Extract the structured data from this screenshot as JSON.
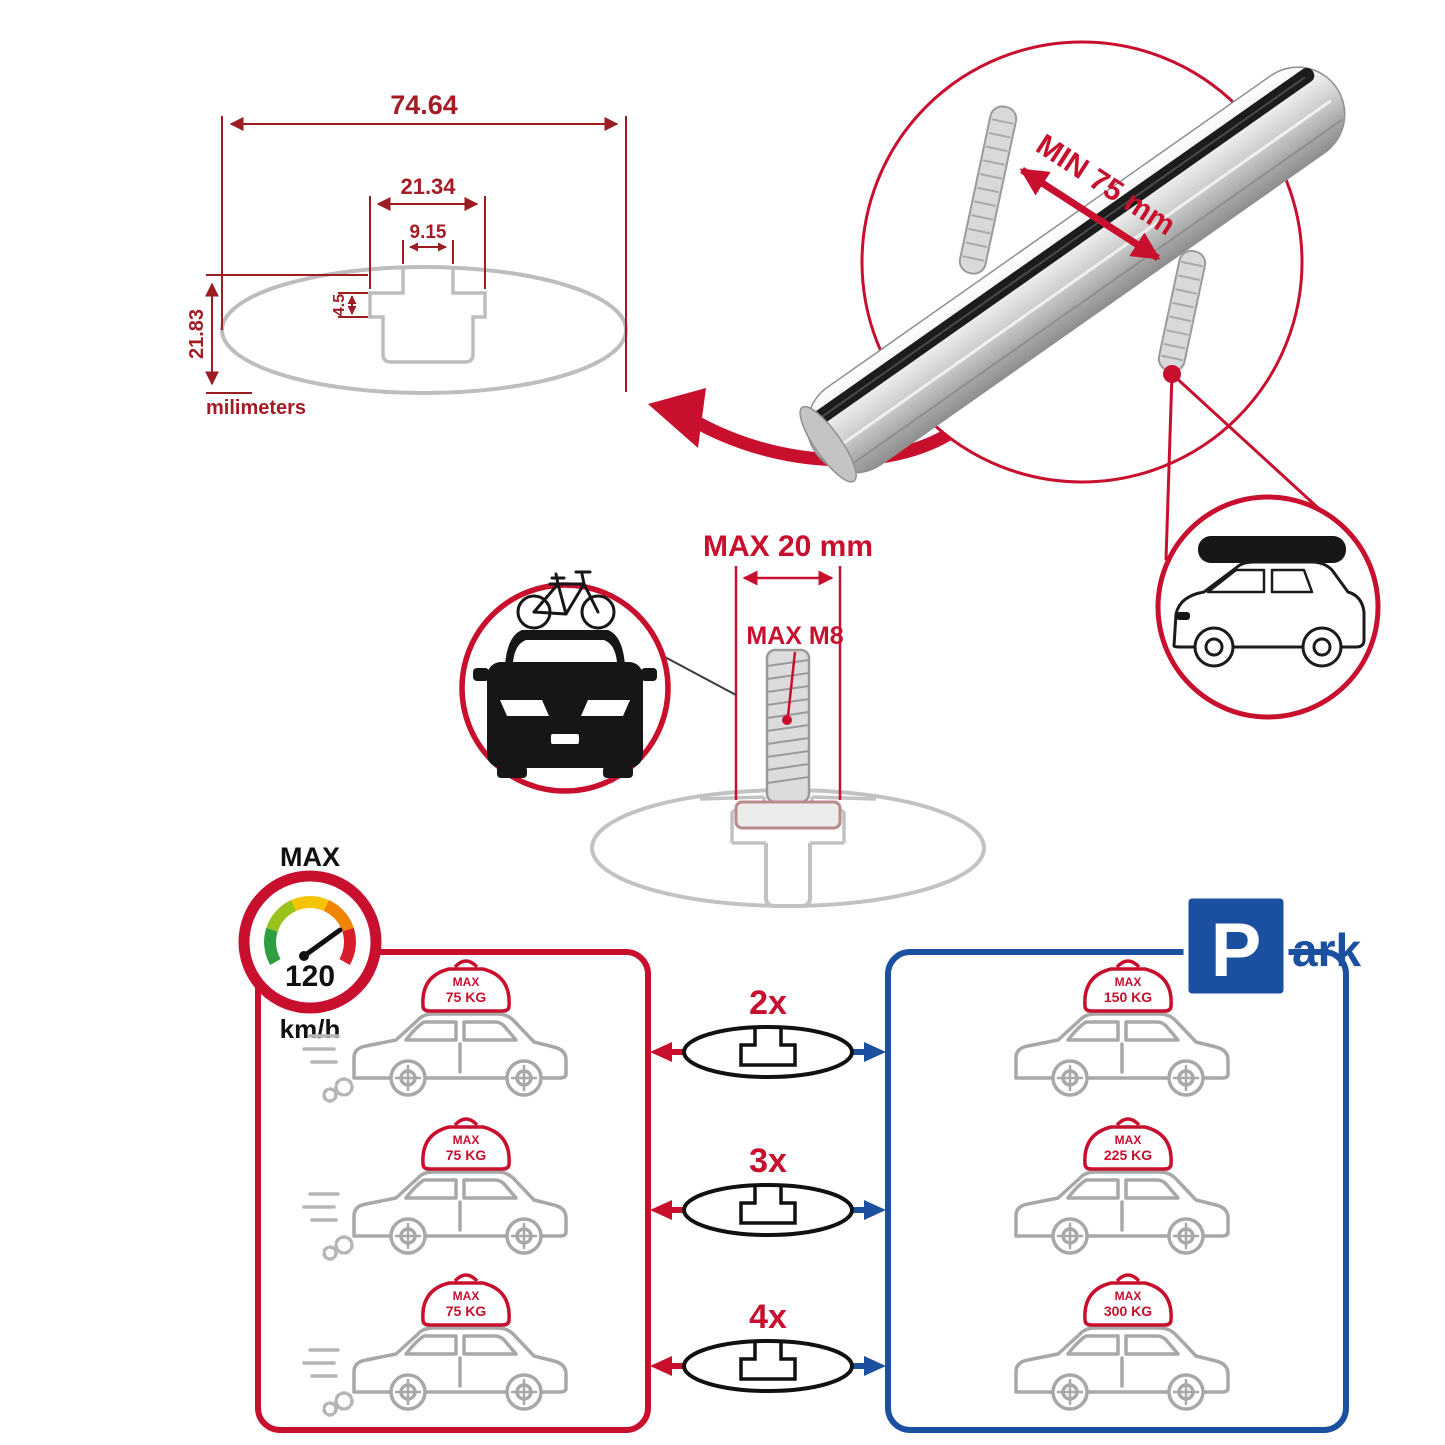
{
  "colors": {
    "red": "#c8102e",
    "dim_red": "#9b1c23",
    "blue": "#1b4f9f",
    "gray": "#bdbdbd",
    "black": "#111111",
    "gauge_segments": [
      "#2e9e41",
      "#9ac31c",
      "#f4c400",
      "#f08300",
      "#d81e2c"
    ]
  },
  "icons": {
    "speedometer": "gauge-dial",
    "parking_sign": "blue-P-square",
    "crossbar_section": "ellipse-t-slot-profile",
    "cargo_bag": "soft-roof-bag",
    "car_side": "suv-outline",
    "car_front_bike": "car-front-with-bicycle",
    "car_roofbox": "suv-with-roof-box",
    "clamp": "threaded-strap-clamp"
  },
  "tech_drawing": {
    "dim_total_width": "74.64",
    "dim_slot_outer": "21.34",
    "dim_slot_inner": "9.15",
    "dim_step": "4.5",
    "dim_total_height": "21.83",
    "unit_label": "milimeters"
  },
  "clamp_detail": {
    "min_width_label": "MIN 75 mm"
  },
  "bolt_detail": {
    "max_width_label": "MAX 20 mm",
    "max_thread_label": "MAX M8"
  },
  "speed_limit": {
    "title": "MAX",
    "value": "120",
    "unit": "km/h"
  },
  "parking_sign": {
    "letter": "P",
    "suffix": "ark"
  },
  "load_rows": [
    {
      "multiplier": "2x",
      "moving": {
        "title": "MAX",
        "weight": "75 KG"
      },
      "parked": {
        "title": "MAX",
        "weight": "150 KG"
      }
    },
    {
      "multiplier": "3x",
      "moving": {
        "title": "MAX",
        "weight": "75 KG"
      },
      "parked": {
        "title": "MAX",
        "weight": "225 KG"
      }
    },
    {
      "multiplier": "4x",
      "moving": {
        "title": "MAX",
        "weight": "75 KG"
      },
      "parked": {
        "title": "MAX",
        "weight": "300 KG"
      }
    }
  ]
}
